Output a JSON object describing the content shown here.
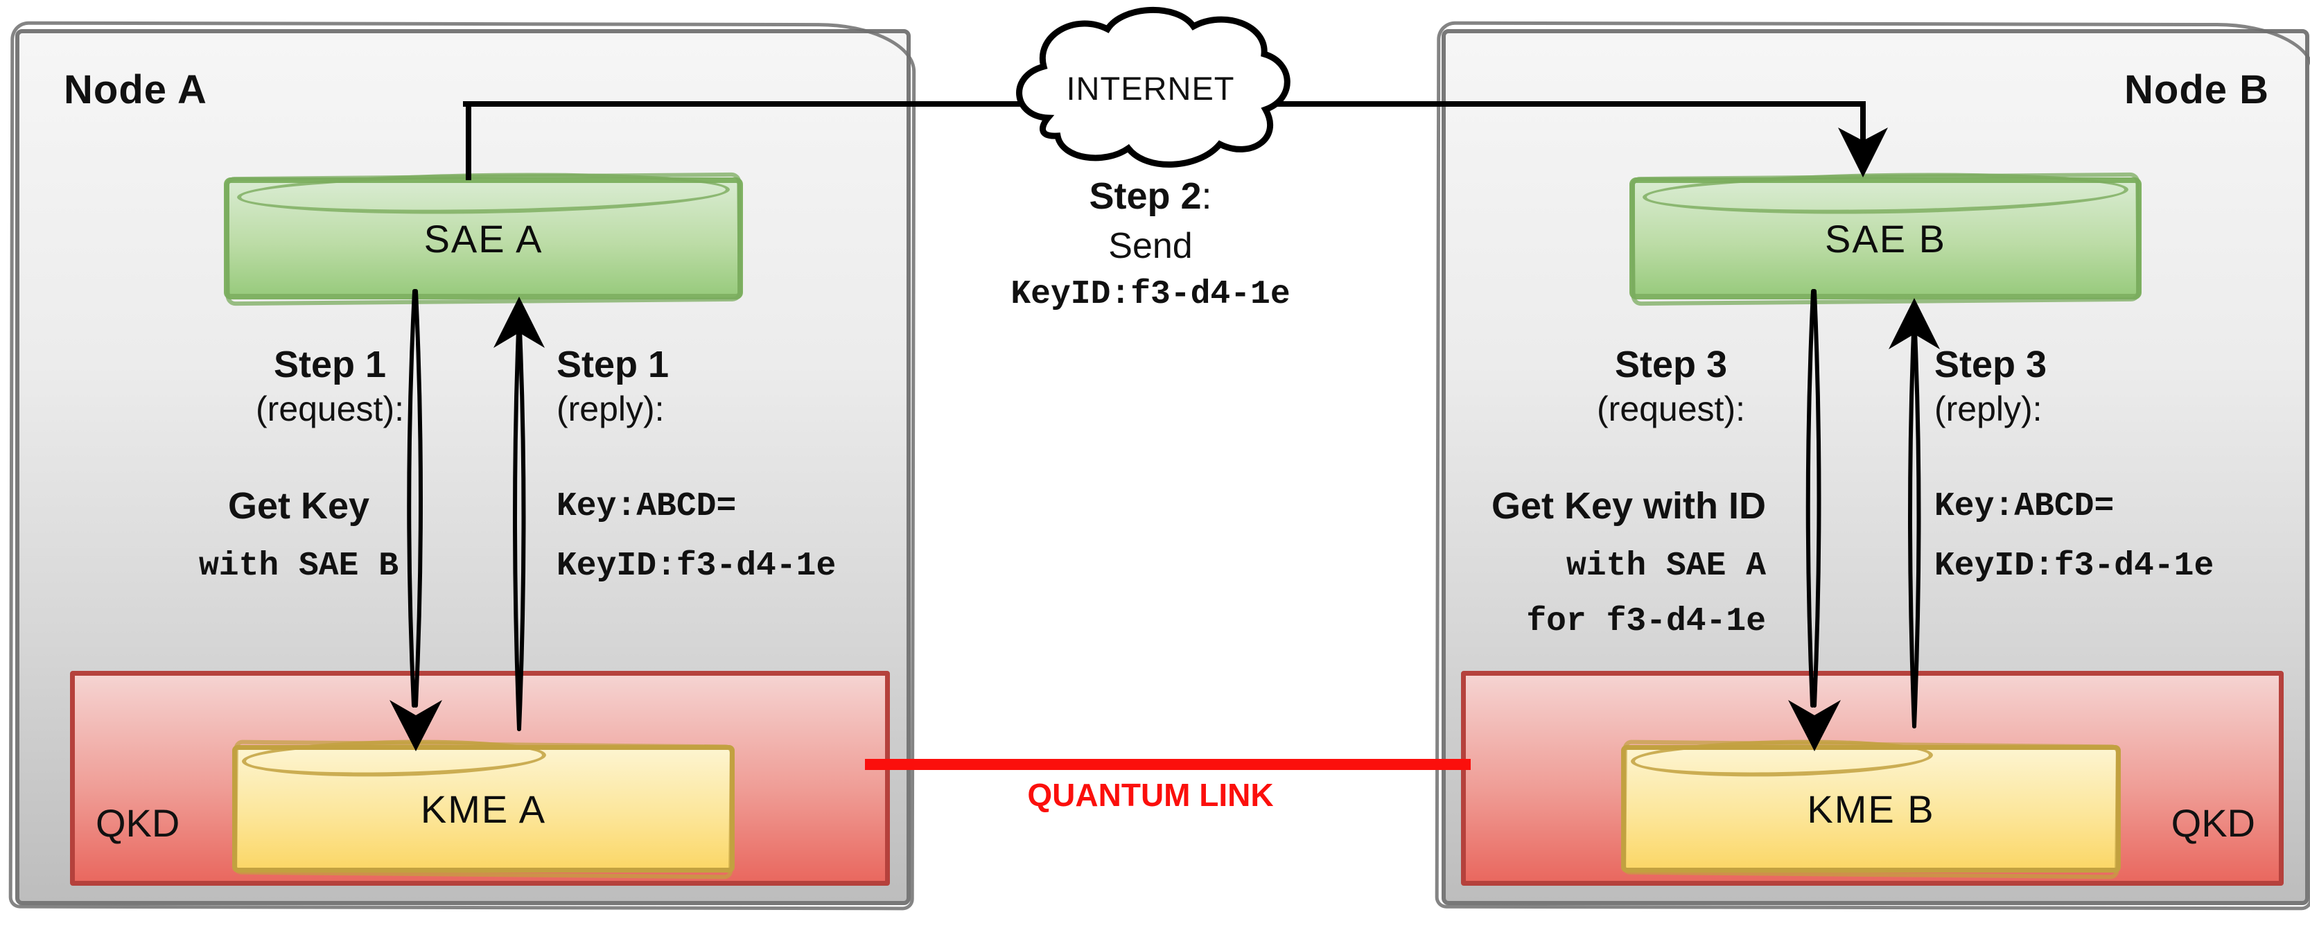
{
  "nodes": {
    "a": {
      "title": "Node A",
      "sae": "SAE A",
      "kme": "KME A",
      "qkd": "QKD",
      "request": {
        "step": "Step 1",
        "kind": "(request):",
        "action": "Get Key",
        "detail1": "with SAE B"
      },
      "reply": {
        "step": "Step 1",
        "kind": "(reply):",
        "line1": "Key:ABCD=",
        "line2": "KeyID:f3-d4-1e"
      }
    },
    "b": {
      "title": "Node B",
      "sae": "SAE B",
      "kme": "KME B",
      "qkd": "QKD",
      "request": {
        "step": "Step 3",
        "kind": "(request):",
        "action": "Get Key with ID",
        "detail1": "with SAE A",
        "detail2": "for f3-d4-1e"
      },
      "reply": {
        "step": "Step 3",
        "kind": "(reply):",
        "line1": "Key:ABCD=",
        "line2": "KeyID:f3-d4-1e"
      }
    }
  },
  "internet": {
    "label": "INTERNET"
  },
  "step2": {
    "title": "Step 2",
    "colon": ":",
    "action": "Send",
    "payload": "KeyID:f3-d4-1e"
  },
  "quantum_link": {
    "label": "QUANTUM LINK"
  },
  "colors": {
    "quantum_link_red": "#fb0f0c",
    "sae_border": "#80b263",
    "sae_fill_top": "#d8ebd0",
    "sae_fill_bottom": "#99cb7e",
    "kme_border": "#c2a140",
    "kme_fill_top": "#fdf4cf",
    "kme_fill_bottom": "#fbd768",
    "qkd_border": "#b5413c",
    "qkd_fill_top": "#f5d3d1",
    "qkd_fill_bottom": "#e9685f",
    "node_border": "#787878",
    "node_fill_top": "#f6f6f6",
    "node_fill_bottom": "#bdbdbd",
    "wire_black": "#000000"
  }
}
